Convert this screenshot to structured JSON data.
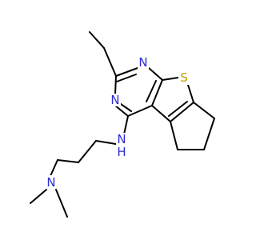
{
  "atoms": {
    "n_ring_top": {
      "label": "N",
      "color": "#2b2bd6"
    },
    "n_ring_left": {
      "label": "N",
      "color": "#2b2bd6"
    },
    "s_thiophene": {
      "label": "S",
      "color": "#b8a200"
    },
    "n_amine": {
      "label": "N",
      "color": "#2b2bd6"
    },
    "h_amine": {
      "label": "H",
      "color": "#2b2bd6"
    },
    "n_dimethyl": {
      "label": "N",
      "color": "#2b2bd6"
    }
  }
}
